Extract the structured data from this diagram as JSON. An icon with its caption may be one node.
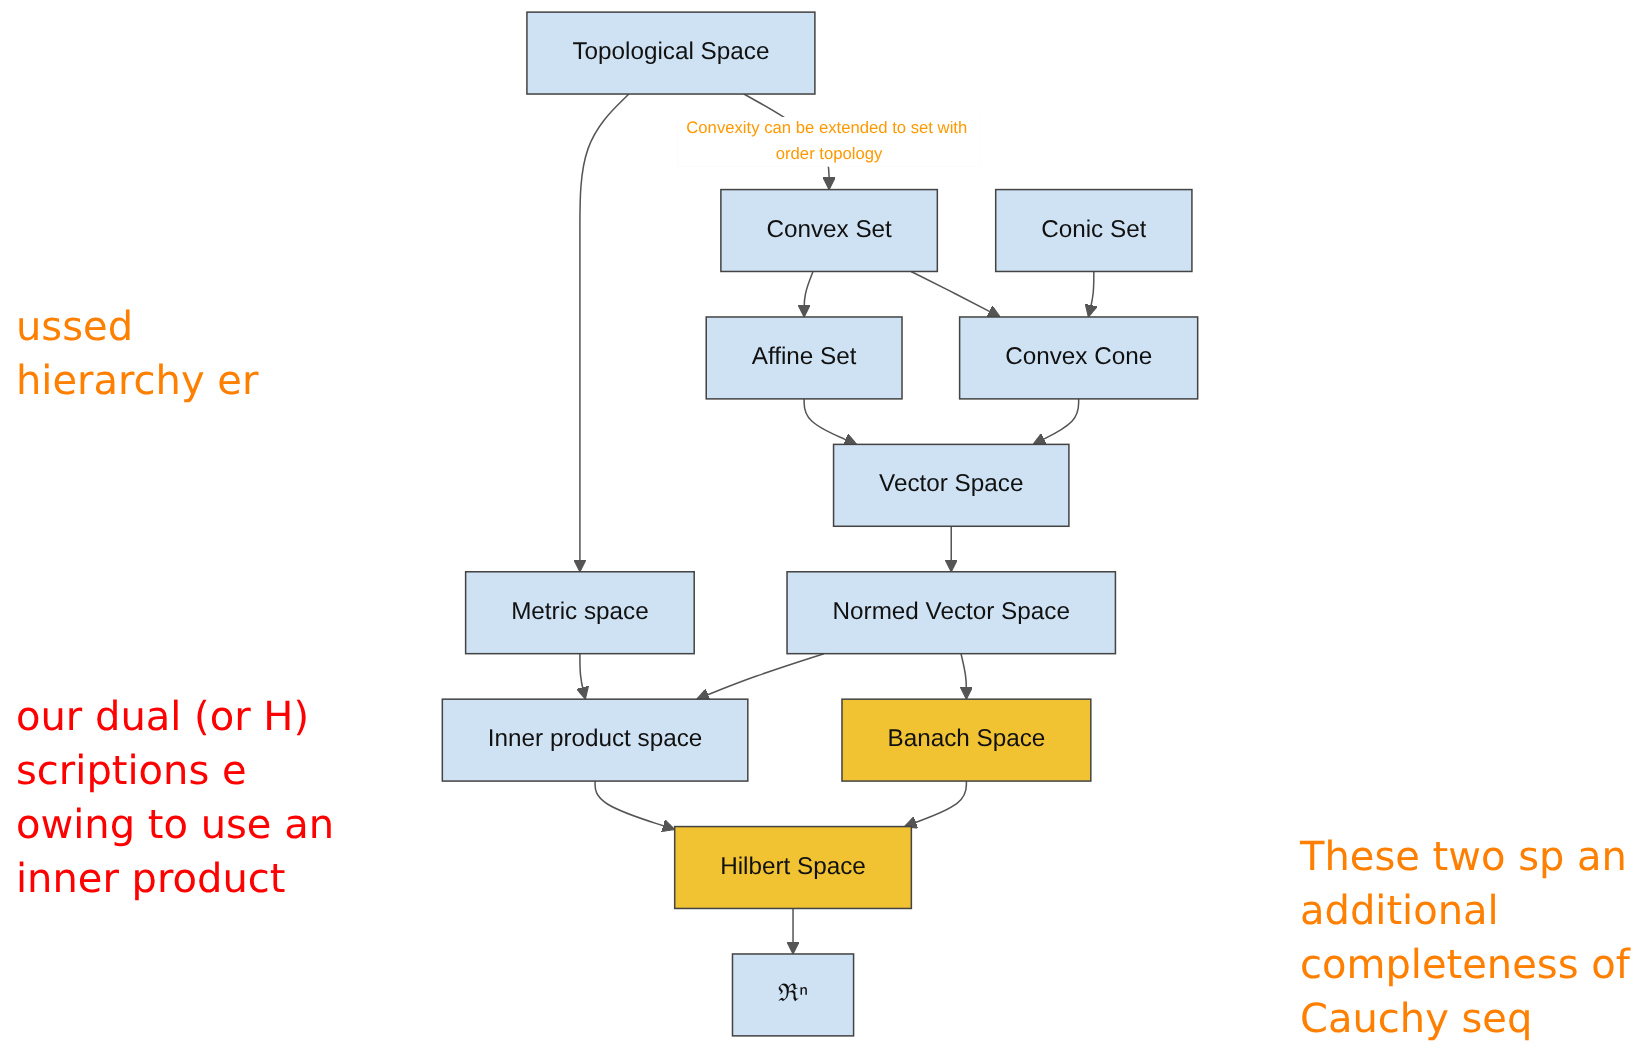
{
  "diagram": {
    "nodes": [
      {
        "text": [
          "Topological Space"
        ]
      },
      {
        "text": [
          "Convex Set"
        ]
      },
      {
        "text": [
          "Conic Set"
        ]
      },
      {
        "text": [
          "Metric space"
        ]
      },
      {
        "text": [
          "Affine Set"
        ]
      },
      {
        "text": [
          "Convex Cone"
        ]
      },
      {
        "text": [
          "Vector Space"
        ]
      },
      {
        "text": [
          "Normed Vector Space"
        ]
      },
      {
        "text": [
          "Inner product space"
        ]
      },
      {
        "text": [
          "Banach Space"
        ]
      },
      {
        "text": [
          "Hilbert Space"
        ]
      },
      {
        "text": [
          "ℜⁿ"
        ]
      }
    ],
    "edges": [
      {
        "from": 0,
        "to": 1,
        "arrow": "to",
        "label": "Convexity can be extended to set with order topology"
      },
      {
        "from": 0,
        "to": 3,
        "arrow": "to"
      },
      {
        "from": 1,
        "to": 4,
        "arrow": "to"
      },
      {
        "from": 1,
        "to": 5,
        "arrow": "to"
      },
      {
        "from": 2,
        "to": 5,
        "arrow": "to"
      },
      {
        "from": 4,
        "to": 6,
        "arrow": "to"
      },
      {
        "from": 5,
        "to": 6,
        "arrow": "to"
      },
      {
        "from": 6,
        "to": 7,
        "arrow": "to"
      },
      {
        "from": 3,
        "to": 8,
        "arrow": "to"
      },
      {
        "from": 7,
        "to": 8,
        "arrow": "to"
      },
      {
        "from": 7,
        "to": 9,
        "arrow": "to"
      },
      {
        "from": 8,
        "to": 10,
        "arrow": "to"
      },
      {
        "from": 9,
        "to": 10,
        "arrow": "to"
      },
      {
        "from": 10,
        "to": 11,
        "arrow": "to"
      }
    ],
    "labels": [
      "ussed hierarchy er",
      "our dual (or H) scriptions e owing to use an inner product",
      "These two sp an additional completeness of Cauchy seq"
    ]
  }
}
